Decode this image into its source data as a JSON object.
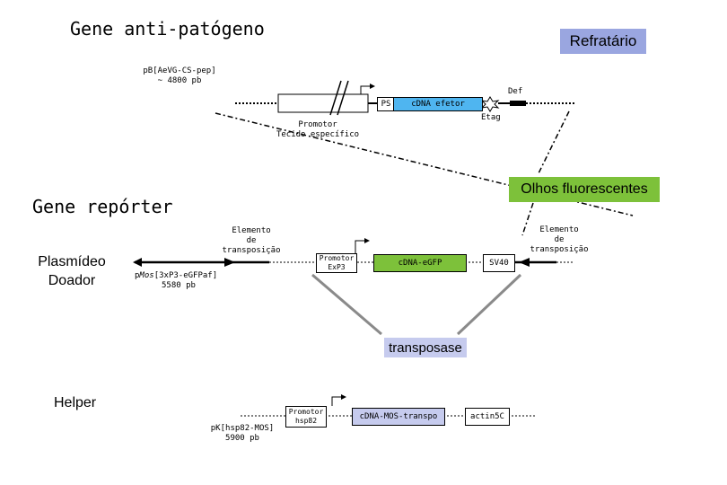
{
  "titles": {
    "gene_anti": "Gene anti-patógeno",
    "gene_reporter": "Gene repórter",
    "plasmid_donor": "Plasmídeo Doador",
    "helper": "Helper"
  },
  "badges": {
    "refratario": "Refratário",
    "olhos": "Olhos fluorescentes",
    "transposase": "transposase"
  },
  "colors": {
    "refratario_bg": "#9aa6e0",
    "olhos_bg": "#7dc13a",
    "transposase_bg": "#c6cbee"
  },
  "construct_top": {
    "name_line1": "pB[AeVG-CS-pep]",
    "name_line2": "~ 4800 pb",
    "ps": "PS",
    "cdna": "cDNA efetor",
    "def": "Def",
    "etag": "Etag",
    "promotor_line1": "Promotor",
    "promotor_line2": "Tecido específico"
  },
  "construct_donor": {
    "elemento_left_1": "Elemento",
    "elemento_left_2": "de",
    "elemento_left_3": "transposição",
    "promotor_line1": "Promotor",
    "promotor_line2": "ExP3",
    "cdna": "cDNA-eGFP",
    "sv40": "SV40",
    "elemento_right_1": "Elemento",
    "elemento_right_2": "de",
    "elemento_right_3": "transposição",
    "name_prefix": "p",
    "name_italic": "Mos",
    "name_suffix": "[3xP3-eGFPaf]",
    "size": "5580 pb"
  },
  "construct_helper": {
    "promotor_line1": "Promotor",
    "promotor_line2": "hsp82",
    "cdna": "cDNA-MOS-transpo",
    "actin": "actin5C",
    "name_line1": "pK[hsp82-MOS]",
    "name_line2": "5900 pb"
  }
}
